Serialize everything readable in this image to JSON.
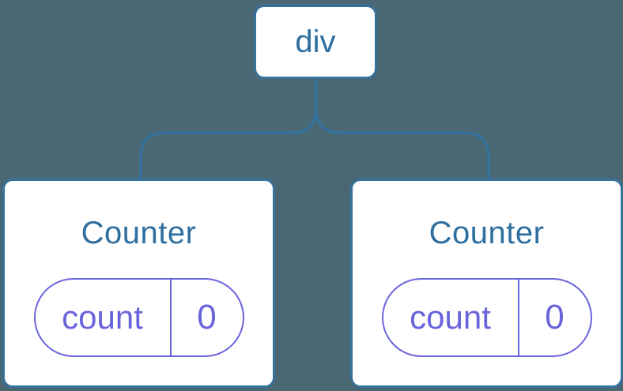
{
  "diagram": {
    "description": "component-tree",
    "root": {
      "label": "div"
    },
    "counters": [
      {
        "title": "Counter",
        "state_pill": {
          "key": "count",
          "value": "0"
        }
      },
      {
        "title": "Counter",
        "state_pill": {
          "key": "count",
          "value": "0"
        }
      }
    ],
    "colors": {
      "background": "#4A6774",
      "connector": "#35719B",
      "node_border": "#35719B",
      "node_text": "#2F6F9F",
      "state_accent": "#6A64DC",
      "card_background": "#FFFFFF"
    }
  }
}
